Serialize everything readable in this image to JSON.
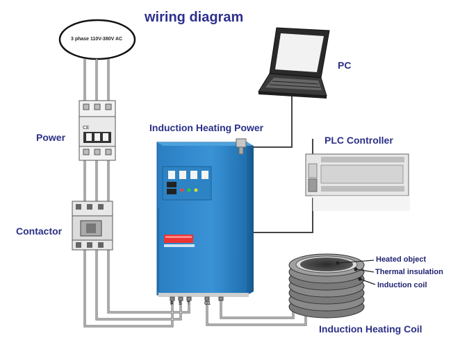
{
  "title": "wiring diagram",
  "supply_label": "3 phase 110V-380V AC",
  "labels": {
    "power": "Power",
    "contactor": "Contactor",
    "induction_heating_power": "Induction Heating Power",
    "pc": "PC",
    "plc_controller": "PLC Controller",
    "induction_heating_coil": "Induction Heating Coil"
  },
  "coil_parts": [
    "Heated object",
    "Thermal insulation",
    "Induction coil"
  ],
  "terminals": [
    "R",
    "S",
    "T",
    "C1"
  ],
  "colors": {
    "label_text": "#2b2f86",
    "cabinet": "#2f86c8",
    "cable": "#555555"
  }
}
